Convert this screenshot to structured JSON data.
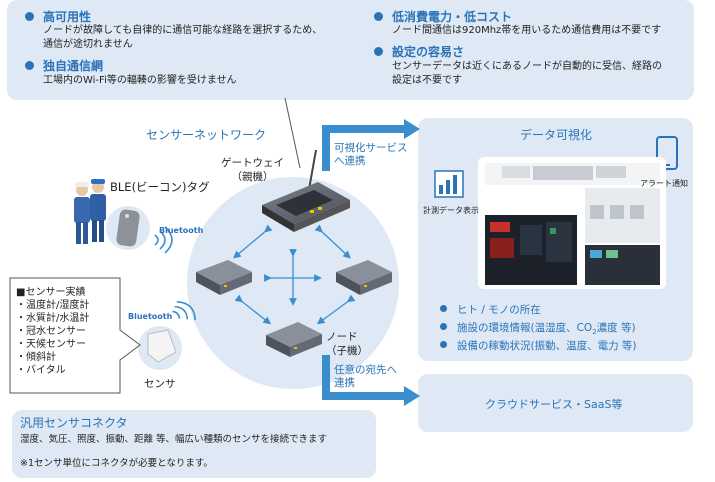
{
  "features": [
    {
      "title": "高可用性",
      "desc": [
        "ノードが故障しても自律的に通信可能な経路を選択するため、",
        "通信が途切れません"
      ]
    },
    {
      "title": "独自通信網",
      "desc": [
        "工場内のWi-Fi等の輻輳の影響を受けません"
      ]
    },
    {
      "title": "低消費電力・低コスト",
      "desc": [
        "ノード間通信は920Mhz帯を用いるため通信費用は不要です"
      ]
    },
    {
      "title": "設定の容易さ",
      "desc": [
        "センサーデータは近くにあるノードが自動的に受信、経路の",
        "設定は不要です"
      ]
    }
  ],
  "network": {
    "title": "センサーネットワーク",
    "gateway": [
      "ゲートウェイ",
      "（親機）"
    ],
    "node": [
      "ノード",
      "（子機）"
    ],
    "ble_tag": "BLE(ビーコン)タグ",
    "sensor": "センサ",
    "bluetooth": "Bluetooth",
    "arrow_vis": [
      "可視化サービス",
      "へ連携"
    ],
    "arrow_dest": [
      "任意の宛先へ",
      "連携"
    ]
  },
  "sensor_box": {
    "title": "■センサー実績",
    "items": [
      "・温度計/湿度計",
      "・水質計/水温計",
      "・冠水センサー",
      "・天候センサー",
      "・傾斜計",
      "・バイタル"
    ]
  },
  "visual": {
    "title": "データ可視化",
    "alert": "アラート通知",
    "measure": "計測データ表示",
    "bullets": [
      "ヒト / モノの所在",
      "施設の環境情報(温湿度、CO",
      "設備の稼動状況(振動、温度、電力 等)"
    ],
    "co2_sub": "2",
    "co2_tail": "濃度 等)"
  },
  "cloud": {
    "label": "クラウドサービス・SaaS等"
  },
  "connector": {
    "title": "汎用センサコネクタ",
    "desc": "湿度、気圧、照度、振動、距離 等、幅広い種類のセンサを接続できます",
    "note": "※1センサ単位にコネクタが必要となります。"
  }
}
